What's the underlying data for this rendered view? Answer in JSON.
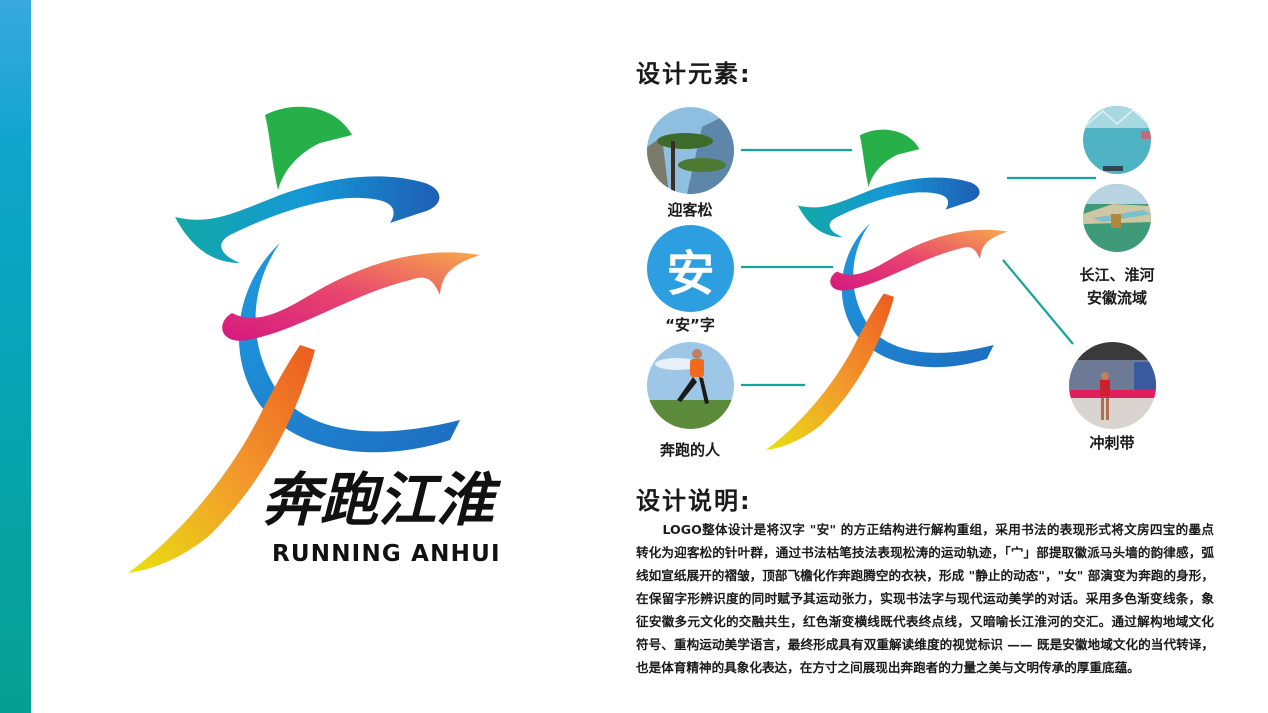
{
  "colors": {
    "side_bar_top": "#3aa8dd",
    "side_bar_bottom": "#079f92",
    "connector_line": "#17a597",
    "logo_green": "#27b04a",
    "logo_teal": "#12a9a6",
    "logo_blue": "#1e5fb3",
    "logo_sky": "#1e9ae0",
    "logo_magenta": "#d6187f",
    "logo_orange": "#f59a4b",
    "logo_yellow": "#e8e010",
    "an_circle": "#2d9ee0"
  },
  "logo": {
    "cn_title": "奔跑江淮",
    "en_title": "RUNNING ANHUI"
  },
  "elements_section": {
    "title": "设计元素:",
    "items": [
      {
        "id": "pine",
        "label": "迎客松",
        "icon": "welcoming-pine-photo"
      },
      {
        "id": "an",
        "label": "“安”字",
        "glyph": "安",
        "icon": "an-character"
      },
      {
        "id": "runner",
        "label": "奔跑的人",
        "icon": "runner-photo"
      },
      {
        "id": "rivers",
        "label_line1": "长江、淮河",
        "label_line2": "安徽流域",
        "icon": "river-photos"
      },
      {
        "id": "finish",
        "label": "冲刺带",
        "icon": "finish-tape-photo"
      }
    ]
  },
  "description_section": {
    "title": "设计说明:",
    "body": "LOGO整体设计是将汉字 \"安\" 的方正结构进行解构重组，采用书法的表现形式将文房四宝的墨点转化为迎客松的针叶群，通过书法枯笔技法表现松涛的运动轨迹，「宀」部提取徽派马头墙的韵律感，弧线如宣纸展开的褶皱，顶部飞檐化作奔跑腾空的衣袂，形成 \"静止的动态\"，\"女\" 部演变为奔跑的身形，在保留字形辨识度的同时赋予其运动张力，实现书法字与现代运动美学的对话。采用多色渐变线条，象征安徽多元文化的交融共生，红色渐变横线既代表终点线，又暗喻长江淮河的交汇。通过解构地域文化符号、重构运动美学语言，最终形成具有双重解读维度的视觉标识 —— 既是安徽地域文化的当代转译，也是体育精神的具象化表达，在方寸之间展现出奔跑者的力量之美与文明传承的厚重底蕴。"
  }
}
